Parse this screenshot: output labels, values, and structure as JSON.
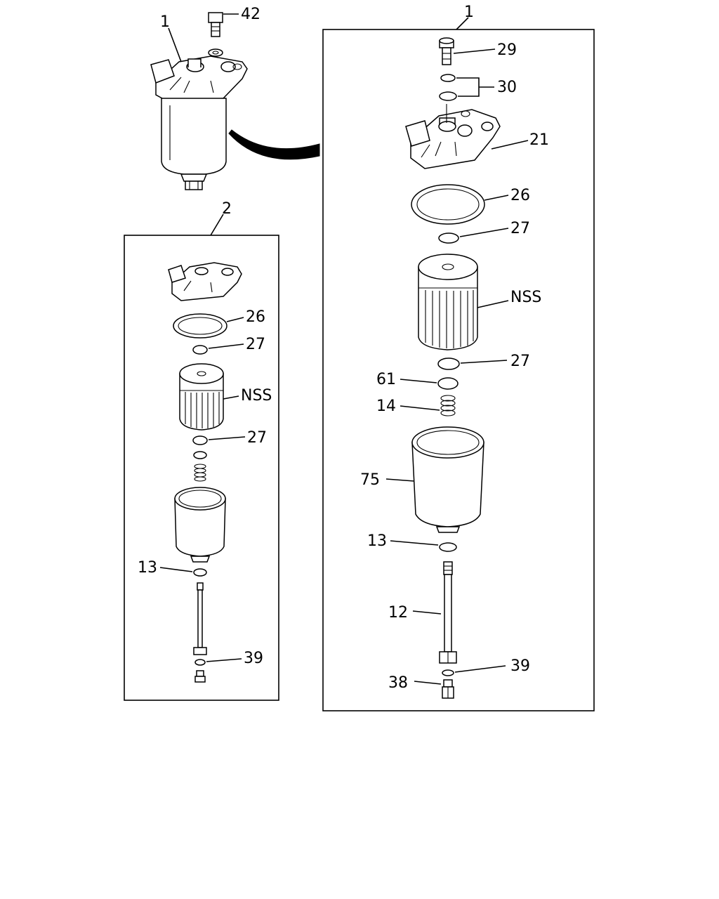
{
  "diagram": {
    "type": "exploded-parts-diagram",
    "line_color": "#000000",
    "background": "#ffffff",
    "assembly_view": {
      "label_assembly": "1",
      "label_bolt": "42"
    },
    "kit_box": {
      "label_kit": "2",
      "labels": {
        "gasket": "26",
        "oring_upper": "27",
        "element": "NSS",
        "oring_lower": "27",
        "washer": "13",
        "washer_bottom": "39"
      }
    },
    "detail_box": {
      "label_assembly": "1",
      "labels": {
        "bolt_top": "29",
        "washers_top": "30",
        "head": "21",
        "gasket": "26",
        "oring_upper": "27",
        "element": "NSS",
        "oring_lower": "27",
        "ring": "61",
        "spring": "14",
        "bowl": "75",
        "washer": "13",
        "center_bolt": "12",
        "washer_bottom": "39",
        "plug": "38"
      }
    }
  }
}
